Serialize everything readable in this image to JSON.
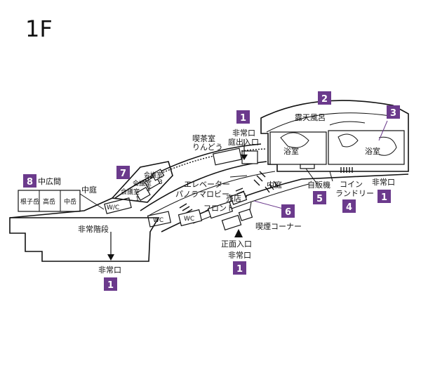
{
  "floor": "1F",
  "accent": "#6b3a8c",
  "labels": {
    "roten_buro": "露天風呂",
    "yokushitsu_left": "浴室",
    "yokushitsu_right": "浴室",
    "hijouguchi_top": "非常口",
    "niwa_deiriguchi": "庭出入口",
    "kissashitsu": "喫茶室",
    "ringo": "りんどう",
    "kaigishitsu_3": "会議室",
    "num_3": "3",
    "kaigishitsu_2": "会議室",
    "num_2": "2",
    "kaigishitsu_1": "会議室",
    "num_1": "1",
    "chuuhiroma": "中広間",
    "nekodake": "根子岳",
    "takadake": "高岳",
    "nakadake": "中岳",
    "chuutei_left": "中庭",
    "chuutei_right": "中庭",
    "wc_1": "W/C",
    "wc_2": "WC",
    "wc_3": "WC",
    "elevator": "エレベーター",
    "panorama_lobby": "パノラマロビー",
    "baiten": "売店",
    "front": "フロント",
    "kitsuen_corner": "喫煙コーナー",
    "jihanki": "自販機",
    "coin": "コイン",
    "laundry": "ランドリー",
    "hijouguchi_right": "非常口",
    "hijoukaidan": "非常階段",
    "hijouguchi_bottom_left": "非常口",
    "shoumen_iriguchi": "正面入口",
    "hijouguchi_bottom": "非常口"
  },
  "badges": [
    {
      "id": "b1-top",
      "num": "1"
    },
    {
      "id": "b2",
      "num": "2"
    },
    {
      "id": "b3",
      "num": "3"
    },
    {
      "id": "b7",
      "num": "7"
    },
    {
      "id": "b8",
      "num": "8"
    },
    {
      "id": "b5",
      "num": "5"
    },
    {
      "id": "b4",
      "num": "4"
    },
    {
      "id": "b1-right",
      "num": "1"
    },
    {
      "id": "b6",
      "num": "6"
    },
    {
      "id": "b1-bottom",
      "num": "1"
    },
    {
      "id": "b1-left",
      "num": "1"
    }
  ]
}
